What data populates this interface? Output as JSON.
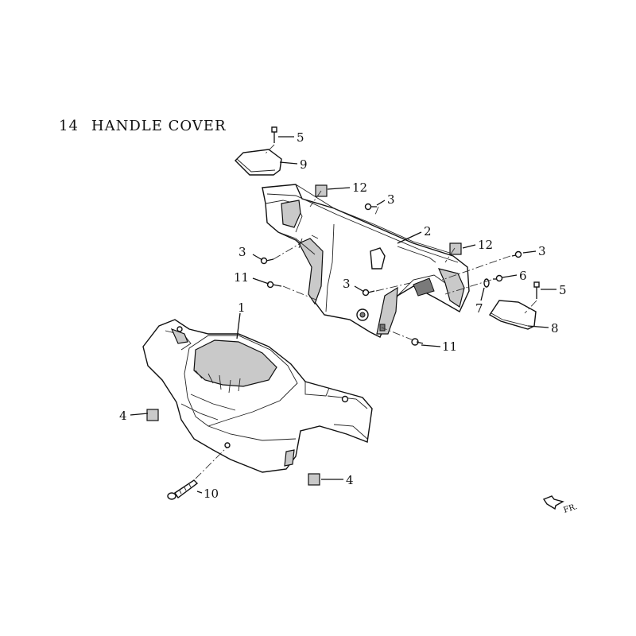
{
  "diagram": {
    "section_number": "14",
    "section_title": "HANDLE COVER",
    "front_marker": "FR.",
    "callouts": [
      {
        "id": "c5a",
        "label": "5"
      },
      {
        "id": "c9",
        "label": "9"
      },
      {
        "id": "c12a",
        "label": "12"
      },
      {
        "id": "c3a",
        "label": "3"
      },
      {
        "id": "c2",
        "label": "2"
      },
      {
        "id": "c12b",
        "label": "12"
      },
      {
        "id": "c3b",
        "label": "3"
      },
      {
        "id": "c3c",
        "label": "3"
      },
      {
        "id": "c11a",
        "label": "11"
      },
      {
        "id": "c3d",
        "label": "3"
      },
      {
        "id": "c6",
        "label": "6"
      },
      {
        "id": "c7",
        "label": "7"
      },
      {
        "id": "c5b",
        "label": "5"
      },
      {
        "id": "c1",
        "label": "1"
      },
      {
        "id": "c8",
        "label": "8"
      },
      {
        "id": "c11b",
        "label": "11"
      },
      {
        "id": "c4a",
        "label": "4"
      },
      {
        "id": "c10",
        "label": "10"
      },
      {
        "id": "c4b",
        "label": "4"
      }
    ]
  }
}
